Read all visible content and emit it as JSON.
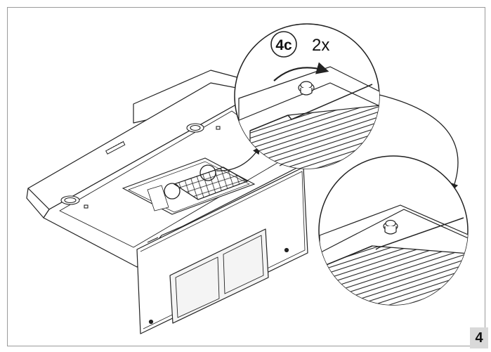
{
  "step": {
    "label": "4c",
    "count": "2x"
  },
  "page": {
    "number": "4"
  },
  "colors": {
    "line": "#222222",
    "frame": "#9a9a9a",
    "page_badge": "#d9d9d9",
    "glass": "#f4f4f4"
  },
  "icons": {
    "rotation": "curved-arrow-icon",
    "callout": "zoom-circle-icon"
  }
}
